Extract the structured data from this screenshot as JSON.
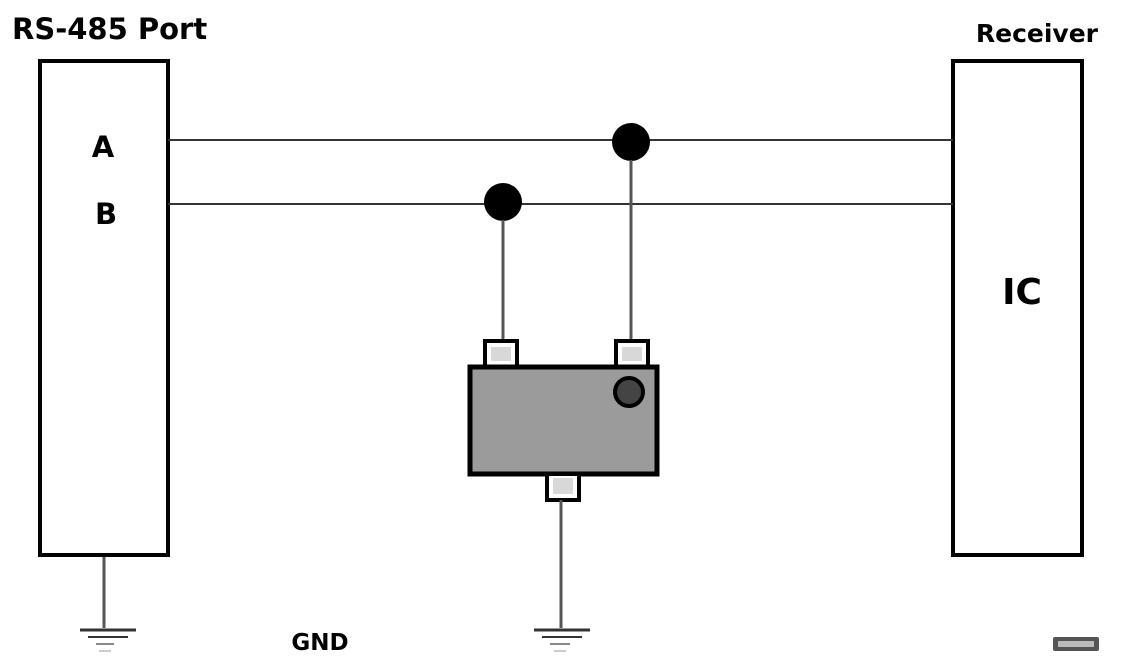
{
  "diagram": {
    "left_title": "RS-485 Port",
    "right_title": "Receiver",
    "label_a": "A",
    "label_b": "B",
    "label_ic": "IC",
    "label_gnd": "GND"
  },
  "colors": {
    "background": "#ffffff",
    "line": "#000000",
    "wire": "#555555",
    "component_fill": "#9b9b9b",
    "pin_fill": "#d8d8d8"
  },
  "icons": {
    "junction": "filled-circle-junction-icon",
    "ground": "ground-symbol-icon",
    "protection_device": "tvs-protection-device-icon"
  }
}
